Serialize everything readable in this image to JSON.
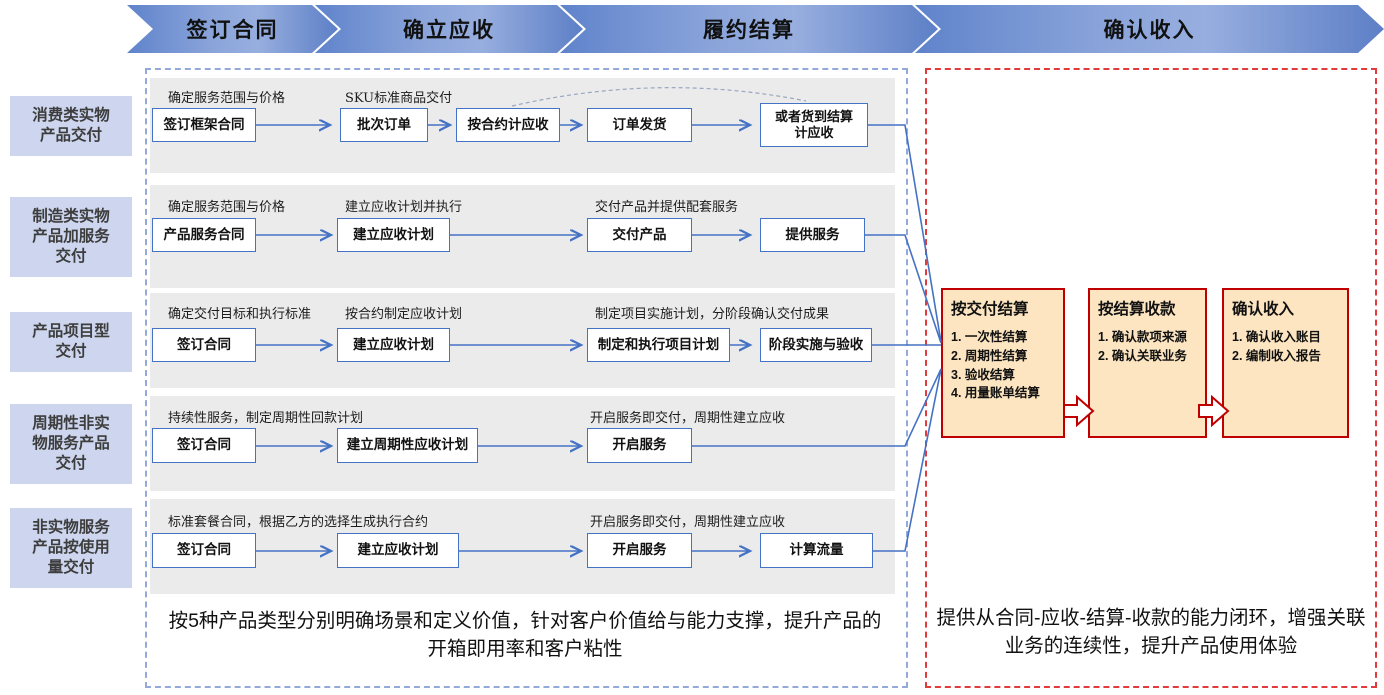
{
  "stages": [
    {
      "label": "签订合同"
    },
    {
      "label": "确立应收"
    },
    {
      "label": "履约结算"
    },
    {
      "label": "确认收入"
    }
  ],
  "rows": [
    {
      "label": "消费类实物\n产品交付",
      "annotations": [
        "确定服务范围与价格",
        "SKU标准商品交付"
      ],
      "boxes": [
        "签订框架合同",
        "批次订单",
        "按合约计应收",
        "订单发货",
        "或者货到结算\n计应收"
      ]
    },
    {
      "label": "制造类实物\n产品加服务\n交付",
      "annotations": [
        "确定服务范围与价格",
        "建立应收计划并执行",
        "交付产品并提供配套服务"
      ],
      "boxes": [
        "产品服务合同",
        "建立应收计划",
        "交付产品",
        "提供服务"
      ]
    },
    {
      "label": "产品项目型\n交付",
      "annotations": [
        "确定交付目标和执行标准",
        "按合约制定应收计划",
        "制定项目实施计划，分阶段确认交付成果"
      ],
      "boxes": [
        "签订合同",
        "建立应收计划",
        "制定和执行项目计划",
        "阶段实施与验收"
      ]
    },
    {
      "label": "周期性非实\n物服务产品\n交付",
      "annotations": [
        "持续性服务，制定周期性回款计划",
        "开启服务即交付，周期性建立应收"
      ],
      "boxes": [
        "签订合同",
        "建立周期性应收计划",
        "开启服务"
      ]
    },
    {
      "label": "非实物服务\n产品按使用\n量交付",
      "annotations": [
        "标准套餐合同，根据乙方的选择生成执行合约",
        "开启服务即交付，周期性建立应收"
      ],
      "boxes": [
        "签订合同",
        "建立应收计划",
        "开启服务",
        "计算流量"
      ]
    }
  ],
  "settlement": [
    {
      "title": "按交付结算",
      "items": [
        "1. 一次性结算",
        "2. 周期性结算",
        "3. 验收结算",
        "4. 用量账单结算"
      ]
    },
    {
      "title": "按结算收款",
      "items": [
        "1. 确认款项来源",
        "2. 确认关联业务"
      ]
    },
    {
      "title": "确认收入",
      "items": [
        "1. 确认收入账目",
        "2. 编制收入报告"
      ]
    }
  ],
  "captions": {
    "left": "按5种产品类型分别明确场景和定义价值，针对客户价值给与能力支撑，提升产品的开箱即用率和客户粘性",
    "right": "提供从合同-应收-结算-收款的能力闭环，增强关联业务的连续性，提升产品使用体验"
  },
  "colors": {
    "chevron_blue": "#6f8fd2",
    "flow_line_blue": "#4472c4",
    "row_label_fill": "#cdd6ee",
    "band_gray": "#ebebeb",
    "left_panel_border": "#93a9da",
    "right_panel_border": "#e23b3b",
    "settlement_fill": "#fce5c0",
    "settlement_border": "#c00000"
  }
}
